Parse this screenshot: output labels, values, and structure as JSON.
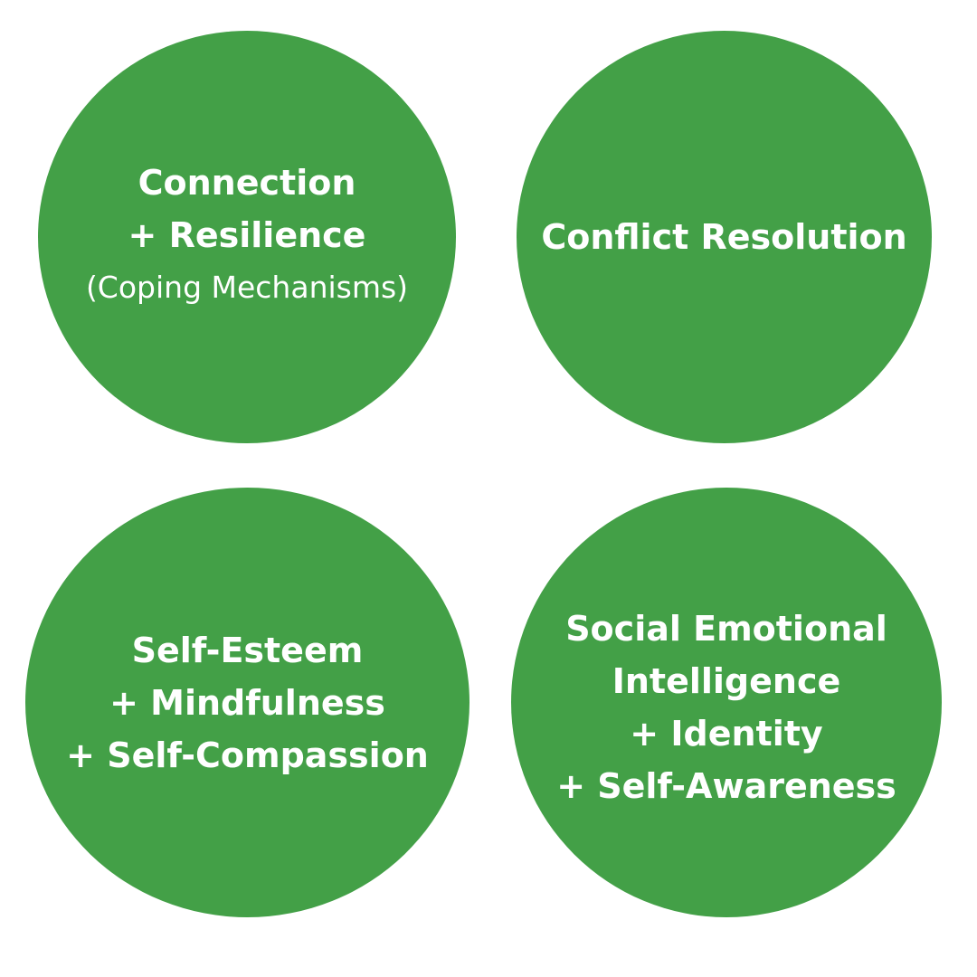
{
  "colors": {
    "background": "#ffffff",
    "circle_fill": "#43a047",
    "text": "#ffffff"
  },
  "circles": [
    {
      "lines": [
        "Connection",
        "+ Resilience"
      ],
      "sub": "(Coping Mechanisms)"
    },
    {
      "lines": [
        "Conflict Resolution"
      ]
    },
    {
      "lines": [
        "Self-Esteem",
        "+ Mindfulness",
        "+ Self-Compassion"
      ]
    },
    {
      "lines": [
        "Social Emotional",
        "Intelligence",
        "+ Identity",
        "+ Self-Awareness"
      ]
    }
  ]
}
